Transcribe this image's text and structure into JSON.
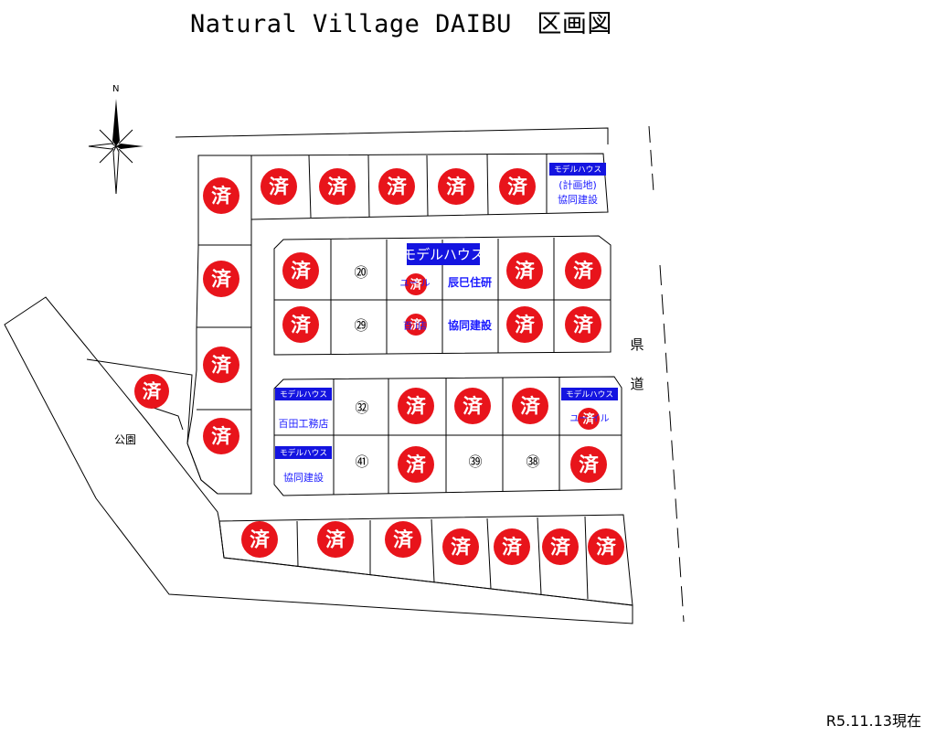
{
  "title": "Natural Village DAIBU　区画図",
  "date": "R5.11.13現在",
  "colors": {
    "sold": "#e8141b",
    "model": "#1414e0",
    "label_blue": "#1a1aff"
  },
  "sold_mark": "済",
  "north": "N",
  "road_label": "県道",
  "park_label": "公園",
  "model_house": "モデルハウス",
  "row1_model_lines": [
    "(計画地)",
    "協同建設"
  ],
  "row2": {
    "lot20": "⑳",
    "lot29": "㉙",
    "builder_top": "辰巳住研",
    "builder_bottom": "協同建設",
    "partial_top": "ユー  ル",
    "partial_bottom": "百   i店"
  },
  "row3": {
    "lot32": "㉜",
    "lot41": "㊶",
    "lot39": "㊴",
    "lot38": "㊳",
    "model_left_top": "百田工務店",
    "model_left_bottom": "協同建設",
    "model_right": "ユー  イル"
  }
}
